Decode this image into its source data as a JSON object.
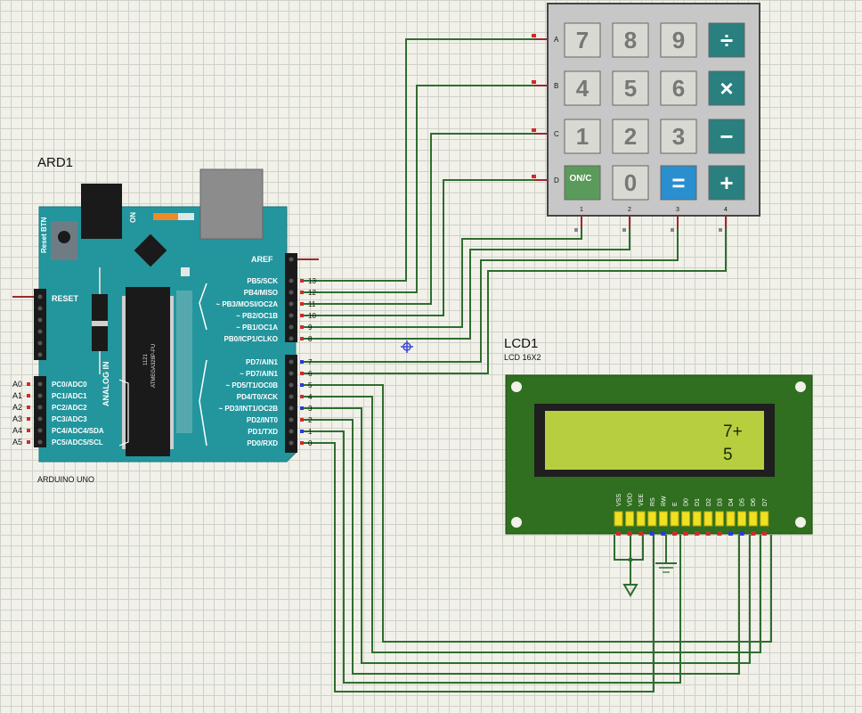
{
  "arduino": {
    "ref": "ARD1",
    "model": "ARDUINO UNO",
    "reset_btn": "Reset BTN",
    "on": "ON",
    "reset": "RESET",
    "analog_in": "ANALOG IN",
    "chip_text": "ATMEGA328P-PU",
    "chip_code": "1121",
    "aref": "AREF",
    "digital_pins_left": [
      "PB5/SCK",
      "PB4/MISO",
      "~ PB3/MOSI/OC2A",
      "~ PB2/OC1B",
      "~ PB1/OC1A",
      "PB0/ICP1/CLKO",
      "PD7/AIN1",
      "~ PD7/AIN1",
      "~ PD5/T1/OC0B",
      "PD4/T0/XCK",
      "~ PD3/INT1/OC2B",
      "PD2/INT0",
      "PD1/TXD",
      "PD0/RXD"
    ],
    "digital_pin_numbers": [
      "13",
      "12",
      "11",
      "10",
      "9",
      "8",
      "7",
      "6",
      "5",
      "4",
      "3",
      "2",
      "1",
      "0"
    ],
    "analog_pins": [
      "PC0/ADC0",
      "PC1/ADC1",
      "PC2/ADC2",
      "PC3/ADC3",
      "PC4/ADC4/SDA",
      "PC5/ADC5/SCL"
    ],
    "analog_pin_names": [
      "A0",
      "A1",
      "A2",
      "A3",
      "A4",
      "A5"
    ]
  },
  "keypad": {
    "keys": [
      [
        "7",
        "8",
        "9",
        "÷"
      ],
      [
        "4",
        "5",
        "6",
        "×"
      ],
      [
        "1",
        "2",
        "3",
        "−"
      ],
      [
        "ON/C",
        "0",
        "=",
        "+"
      ]
    ],
    "row_labels": [
      "A",
      "B",
      "C",
      "D"
    ],
    "col_labels": [
      "1",
      "2",
      "3",
      "4"
    ],
    "colors": {
      "number": "#d9d9d3",
      "op": "#2a7f7f",
      "on": "#5a9a5a",
      "equals": "#2a8fcf"
    }
  },
  "lcd": {
    "ref": "LCD1",
    "model": "LCD 16X2",
    "line1": "7+",
    "line2": "5",
    "pins": [
      "VSS",
      "VDD",
      "VEE",
      "RS",
      "RW",
      "E",
      "D0",
      "D1",
      "D2",
      "D3",
      "D4",
      "D5",
      "D6",
      "D7"
    ]
  },
  "colors": {
    "board": "#23959d",
    "wire": "#2f6d2f",
    "lcd_pcb": "#2f6f1f",
    "lcd_screen": "#b7cf3f"
  }
}
